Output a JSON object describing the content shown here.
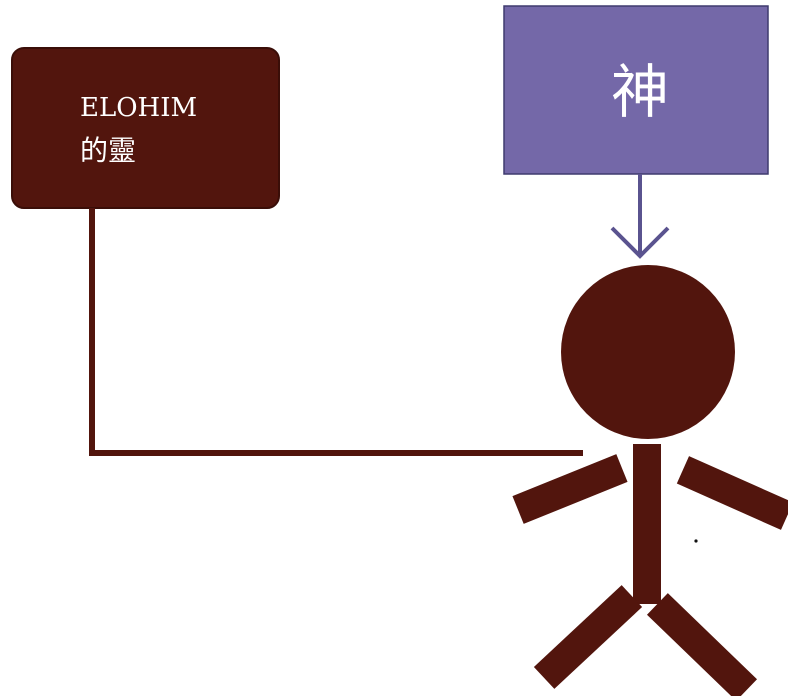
{
  "colors": {
    "maroon": "#52150D",
    "maroon_border": "#3A0E08",
    "purple": "#7468A8",
    "purple_border": "#3E3A6E",
    "arrow_stroke": "#5A538F",
    "text_light": "#FFFFFF",
    "background": "#FFFFFF"
  },
  "spirit_box": {
    "line1": "ELOHIM",
    "line2": "的靈"
  },
  "god_box": {
    "label": "神"
  },
  "connector": {
    "icon": "line-connector"
  },
  "arrow": {
    "icon": "down-arrow-icon"
  },
  "figure": {
    "icon": "stick-figure-person"
  }
}
